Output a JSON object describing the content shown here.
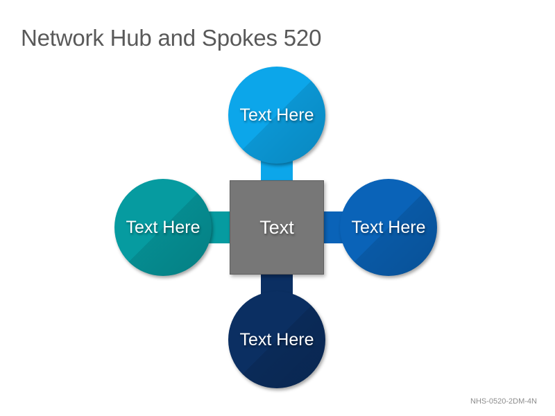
{
  "title": "Network Hub and Spokes 520",
  "hub": {
    "label": "Text",
    "color": "#777777"
  },
  "spokes": [
    {
      "position": "top",
      "label": "Text Here",
      "color": "#0ca6ea"
    },
    {
      "position": "left",
      "label": "Text Here",
      "color": "#069ba0"
    },
    {
      "position": "right",
      "label": "Text Here",
      "color": "#0a63b8"
    },
    {
      "position": "bottom",
      "label": "Text Here",
      "color": "#0b2f62"
    }
  ],
  "footer_code": "NHS-0520-2DM-4N"
}
